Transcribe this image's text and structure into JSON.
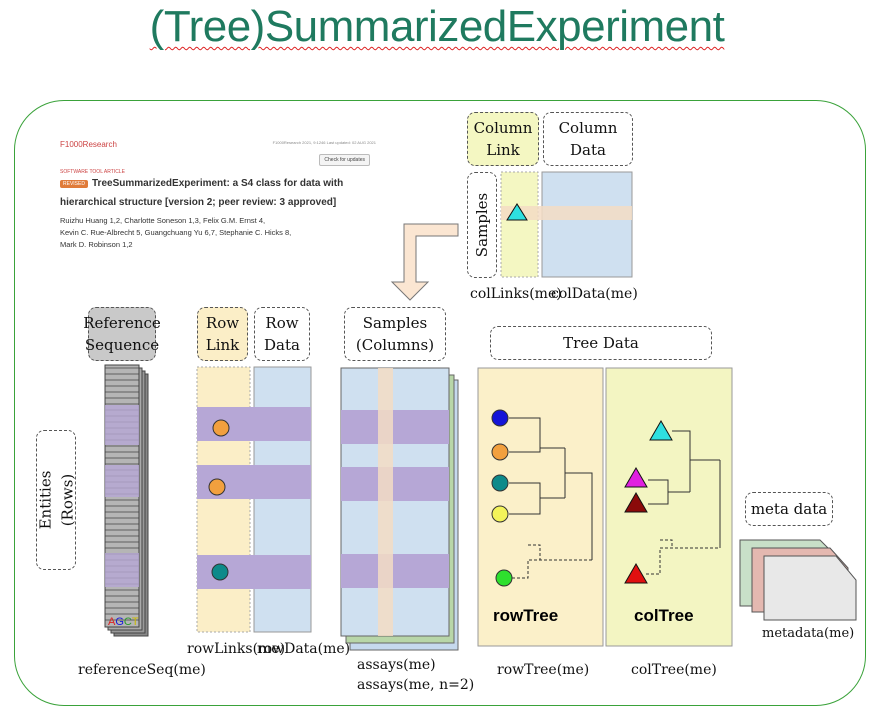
{
  "title": "(Tree)SummarizedExperiment",
  "paper": {
    "journal": "F1000Research",
    "meta": "F1000Research 2021, 9:1246 Last updated: 02 AUG 2021",
    "check_button": "Check for updates",
    "article_type": "SOFTWARE TOOL ARTICLE",
    "status_badge": "REVISED",
    "title_line1": "TreeSummarizedExperiment: a S4 class for data with",
    "title_line2": "hierarchical structure [version 2; peer review: 3 approved]",
    "authors": [
      "Ruizhu Huang 1,2, Charlotte Soneson 1,3, Felix G.M. Ernst 4,",
      "Kevin C. Rue-Albrecht 5, Guangchuang Yu 6,7, Stephanie C. Hicks 8,",
      "Mark D. Robinson 1,2"
    ]
  },
  "boxes": {
    "column_link": [
      "Column",
      "Link"
    ],
    "column_data": [
      "Column",
      "Data"
    ],
    "samples_vertical": "Samples",
    "reference_sequence": [
      "Reference",
      "Sequence"
    ],
    "row_link": [
      "Row",
      "Link"
    ],
    "row_data": [
      "Row",
      "Data"
    ],
    "samples_columns": [
      "Samples",
      "(Columns)"
    ],
    "tree_data": "Tree Data",
    "entities": [
      "Entities",
      "(Rows)"
    ],
    "meta_data": "meta data"
  },
  "labels": {
    "colLinks": "colLinks(me)",
    "colData": "colData(me)",
    "referenceSeq": "referenceSeq(me)",
    "rowLinks": "rowLinks(me)",
    "rowData": "rowData(me)",
    "assays1": "assays(me)",
    "assays2": "assays(me, n=2)",
    "rowTree_fn": "rowTree(me)",
    "colTree_fn": "colTree(me)",
    "metadata_fn": "metadata(me)",
    "rowTree": "rowTree",
    "colTree": "colTree",
    "seq_letters": [
      "A",
      "G",
      "C",
      "T"
    ]
  },
  "colors": {
    "title": "#1f7a5f",
    "frame": "#3aa23a",
    "link_fill": "#fbeec7",
    "data_fill": "#cfe0f0",
    "purple_band": "#b6a7d6",
    "col_link_fill": "#f4f7c2",
    "tree_panel": "#fbf0c9",
    "col_tree_panel": "#f3f5c2"
  },
  "row_nodes": [
    "blue",
    "orange",
    "teal",
    "yellow",
    "green"
  ],
  "col_nodes": [
    "cyan",
    "magenta",
    "darkred",
    "red"
  ]
}
